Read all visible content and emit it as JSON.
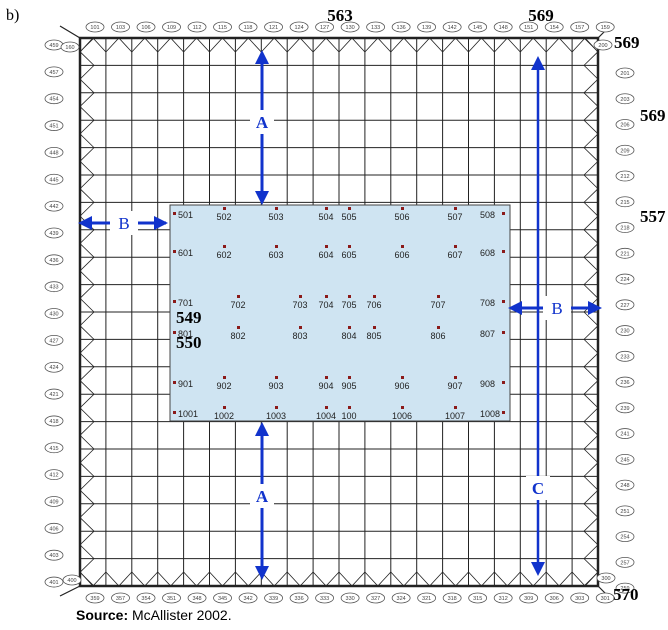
{
  "panel_label": "b)",
  "outer_numbers": {
    "top_center": "563",
    "top_right": "569",
    "right_top": "569",
    "right_upper": "569",
    "right_middle": "557",
    "left_upper": "549",
    "left_lower": "550",
    "bottom_right": "570"
  },
  "pad_labels": {
    "top": [
      "101",
      "103",
      "106",
      "109",
      "112",
      "115",
      "118",
      "121",
      "124",
      "127",
      "130",
      "133",
      "136",
      "139",
      "142",
      "145",
      "148",
      "151",
      "154",
      "157",
      "159"
    ],
    "right": [
      "201",
      "203",
      "206",
      "209",
      "212",
      "215",
      "218",
      "221",
      "224",
      "227",
      "230",
      "233",
      "236",
      "239",
      "241",
      "245",
      "248",
      "251",
      "254",
      "257",
      "259"
    ],
    "bottom": [
      "301",
      "303",
      "306",
      "309",
      "312",
      "315",
      "318",
      "321",
      "324",
      "327",
      "330",
      "333",
      "336",
      "339",
      "342",
      "345",
      "348",
      "351",
      "354",
      "357",
      "359"
    ],
    "left": [
      "459",
      "457",
      "454",
      "451",
      "448",
      "445",
      "442",
      "439",
      "436",
      "433",
      "430",
      "427",
      "424",
      "421",
      "418",
      "415",
      "412",
      "409",
      "406",
      "403",
      "401"
    ],
    "corners": {
      "top_left": "160",
      "top_right": "200",
      "bottom_right": "300",
      "bottom_left": "400"
    }
  },
  "core_rows": [
    {
      "left": "501",
      "right": "508",
      "inner": [
        "502",
        "503",
        "504",
        "505",
        "506",
        "507"
      ]
    },
    {
      "left": "601",
      "right": "608",
      "inner": [
        "602",
        "603",
        "604",
        "605",
        "606",
        "607"
      ]
    },
    {
      "left": "701",
      "right": "708",
      "inner": [
        "702",
        "703",
        "704",
        "705",
        "706",
        "707"
      ]
    },
    {
      "left": "801",
      "right": "807",
      "inner": [
        "802",
        "803",
        "804",
        "805",
        "806"
      ]
    },
    {
      "left": "901",
      "right": "908",
      "inner": [
        "902",
        "903",
        "904",
        "905",
        "906",
        "907"
      ]
    },
    {
      "left": "1001",
      "right": "1008",
      "inner": [
        "1002",
        "1003",
        "1004",
        "100",
        "1006",
        "1007"
      ]
    }
  ],
  "dimension_labels": {
    "a_top": "A",
    "a_bottom": "A",
    "b_left": "B",
    "b_right": "B",
    "c": "C"
  },
  "source_label": "Source:",
  "source_text": "McAllister 2002.",
  "colors": {
    "core_fill": "#cfe4f2",
    "arrow": "#1133cc",
    "grid": "#222222",
    "pad_stroke": "#555555"
  }
}
